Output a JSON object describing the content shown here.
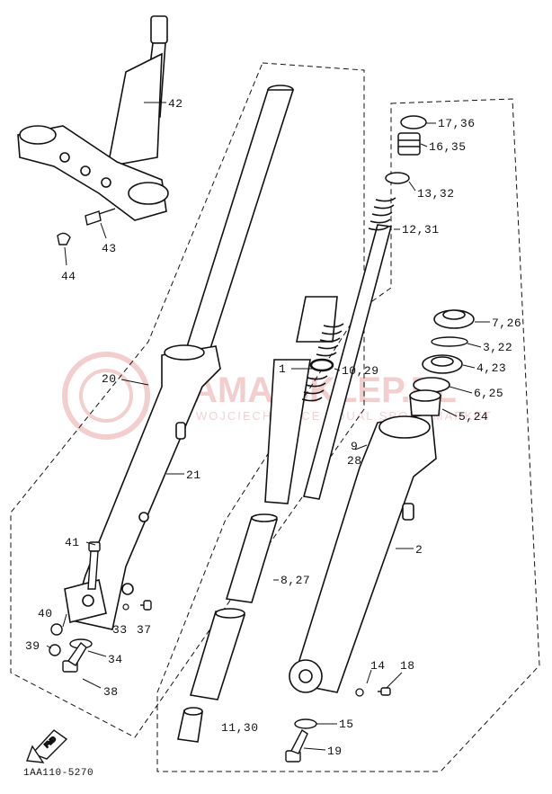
{
  "figure_code": "1AA110-5270",
  "fwd_label": "FWD",
  "watermark": {
    "title": "YAMA-SKLEP.PL",
    "subtitle": "WOJCIECHOWICE | DUAL SPORT MARKET"
  },
  "callouts": {
    "c1": "1",
    "c2": "2",
    "c3_22": "3,22",
    "c4_23": "4,23",
    "c5_24": "5,24",
    "c6_25": "6,25",
    "c7_26": "7,26",
    "c8_27": "8,27",
    "c9": "9",
    "c28": "28",
    "c10_29": "10,29",
    "c11_30": "11,30",
    "c12_31": "12,31",
    "c13_32": "13,32",
    "c14": "14",
    "c15": "15",
    "c16_35": "16,35",
    "c17_36": "17,36",
    "c18": "18",
    "c19": "19",
    "c20": "20",
    "c21": "21",
    "c33": "33",
    "c34": "34",
    "c37": "37",
    "c38": "38",
    "c39": "39",
    "c40": "40",
    "c41": "41",
    "c42": "42",
    "c43": "43",
    "c44": "44"
  }
}
